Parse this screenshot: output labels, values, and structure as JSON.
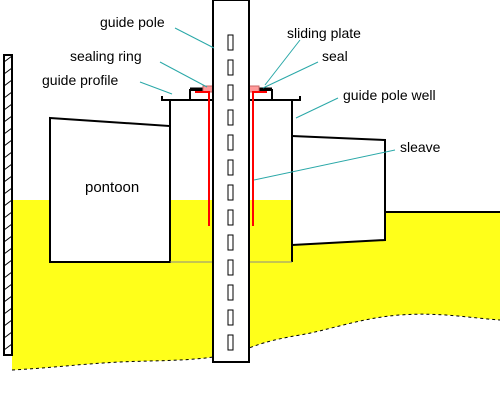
{
  "colors": {
    "liquid": "#ffff1a",
    "sleave": "#ff0000",
    "seal": "#ff9a9a",
    "leader": "#2aa8a8",
    "outline": "#000000",
    "background": "#ffffff"
  },
  "labels": {
    "guide_pole": "guide pole",
    "sliding_plate": "sliding plate",
    "sealing_ring": "sealing ring",
    "seal": "seal",
    "guide_profile": "guide profile",
    "guide_pole_well": "guide pole well",
    "sleave": "sleave",
    "pontoon": "pontoon"
  }
}
